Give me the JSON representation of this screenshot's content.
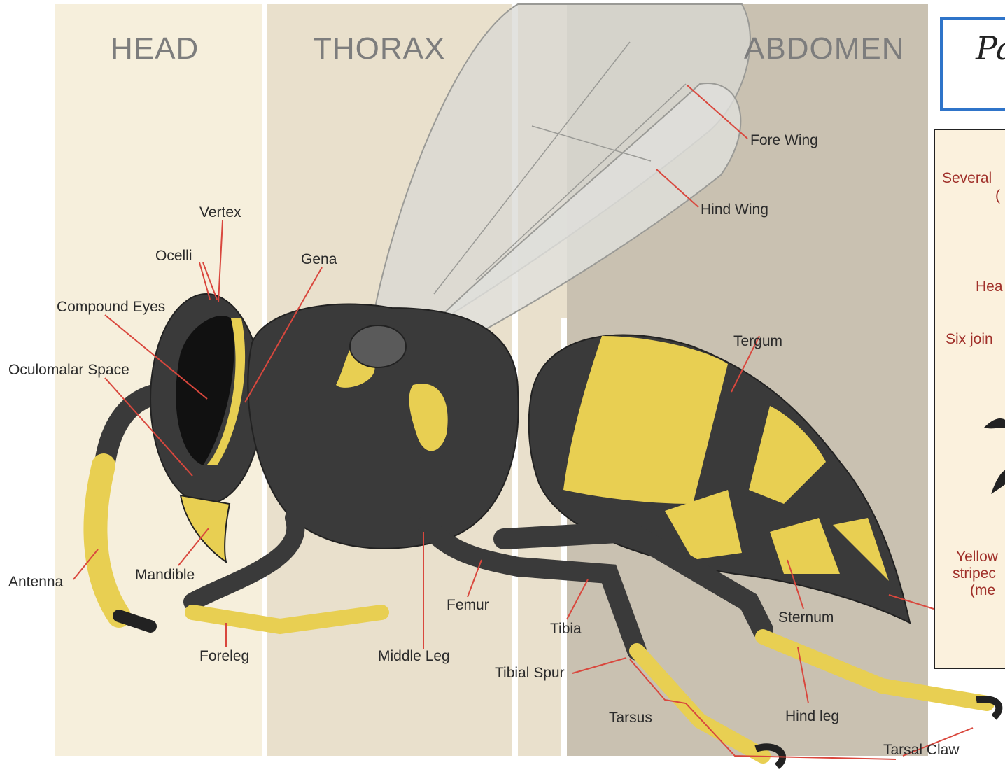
{
  "sections": {
    "head": "HEAD",
    "thorax": "THORAX",
    "abdomen": "ABDOMEN"
  },
  "labels": {
    "vertex": "Vertex",
    "ocelli": "Ocelli",
    "compound_eyes": "Compound Eyes",
    "oculomalar_space": "Oculomalar Space",
    "gena": "Gena",
    "antenna": "Antenna",
    "mandible": "Mandible",
    "foreleg": "Foreleg",
    "middle_leg": "Middle Leg",
    "femur": "Femur",
    "tibia": "Tibia",
    "tibial_spur": "Tibial Spur",
    "tarsus": "Tarsus",
    "hind_leg": "Hind leg",
    "tarsal_claw": "Tarsal Claw",
    "sternum": "Sternum",
    "tergum": "Tergum",
    "fore_wing": "Fore Wing",
    "hind_wing": "Hind Wing"
  },
  "header_box": {
    "text": "Pa"
  },
  "side_panel": {
    "lines": [
      {
        "text": "Several"
      },
      {
        "text": "("
      },
      {
        "text": "Hea"
      },
      {
        "text": "Six join"
      },
      {
        "text": "Yellow"
      },
      {
        "text": "stripec"
      },
      {
        "text": "(me"
      }
    ]
  },
  "colors": {
    "head_band": "#f6efdc",
    "thorax_band": "#e9e0cc",
    "abdomen_band": "#c9c1b1",
    "body_dark": "#3a3a3a",
    "yellow": "#e8cf52",
    "leader_line": "#d9473d",
    "frame_blue": "#2f74c9"
  }
}
